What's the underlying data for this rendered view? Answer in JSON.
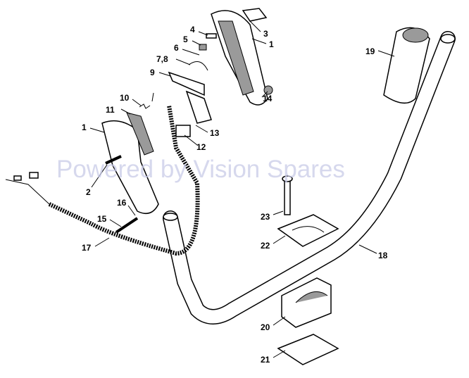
{
  "watermark": "Powered by Vision Spares",
  "labels": {
    "l1a": "1",
    "l1b": "1",
    "l2": "2",
    "l3": "3",
    "l4": "4",
    "l5": "5",
    "l6": "6",
    "l78": "7,8",
    "l9": "9",
    "l10": "10",
    "l11": "11",
    "l12": "12",
    "l13": "13",
    "l14": "14",
    "l15": "15",
    "l16": "16",
    "l17": "17",
    "l18": "18",
    "l19": "19",
    "l20": "20",
    "l21": "21",
    "l22": "22",
    "l23": "23"
  }
}
